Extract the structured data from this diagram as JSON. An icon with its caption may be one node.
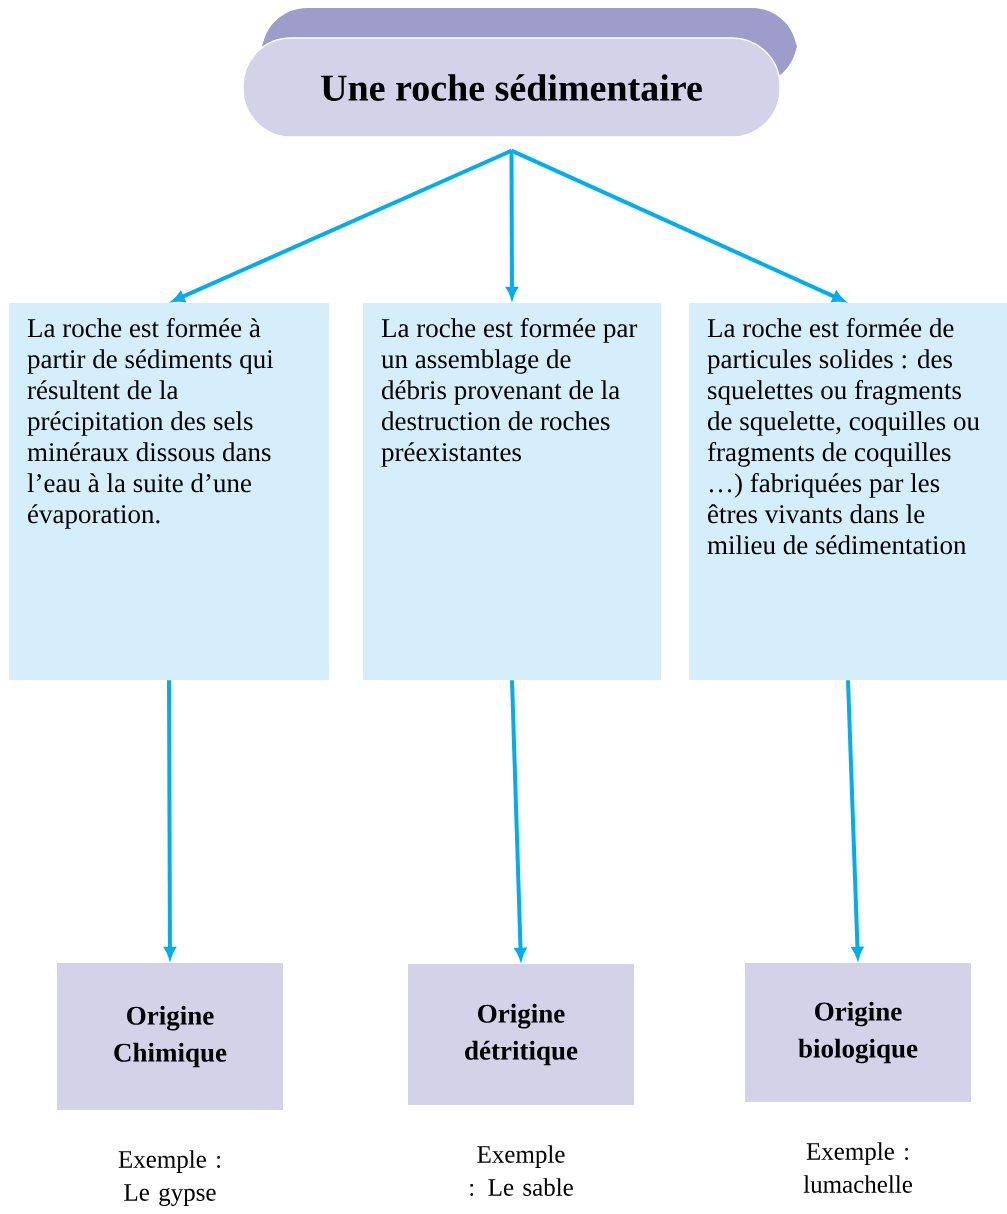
{
  "diagram": {
    "nodes": [
      {
        "text": [
          "Une roche sédimentaire"
        ]
      },
      {
        "text": [
          "La roche est formée à partir de sédiments qui résultent de la précipitation des sels minéraux dissous dans l’eau à la suite d’une évaporation."
        ]
      },
      {
        "text": [
          "La roche est formée par un assemblage de débris provenant de la destruction de roches préexistantes"
        ]
      },
      {
        "text": [
          "La roche est formée de particules solides : des squelettes ou fragments de squelette, coquilles ou fragments de coquilles …) fabriquées par les êtres vivants dans le milieu de sédimentation"
        ]
      },
      {
        "text": [
          "Origine Chimique"
        ],
        "beside": [
          "Exemple : Le gypse"
        ]
      },
      {
        "text": [
          "Origine détritique"
        ],
        "beside": [
          "Exemple : Le sable"
        ]
      },
      {
        "text": [
          "Origine biologique"
        ],
        "beside": [
          "Exemple : lumachelle"
        ]
      }
    ],
    "edges": [
      {
        "from": 0,
        "to": 1,
        "arrow": "to"
      },
      {
        "from": 0,
        "to": 2,
        "arrow": "to"
      },
      {
        "from": 0,
        "to": 3,
        "arrow": "to"
      },
      {
        "from": 1,
        "to": 4,
        "arrow": "to"
      },
      {
        "from": 2,
        "to": 5,
        "arrow": "to"
      },
      {
        "from": 3,
        "to": 6,
        "arrow": "to"
      }
    ]
  }
}
